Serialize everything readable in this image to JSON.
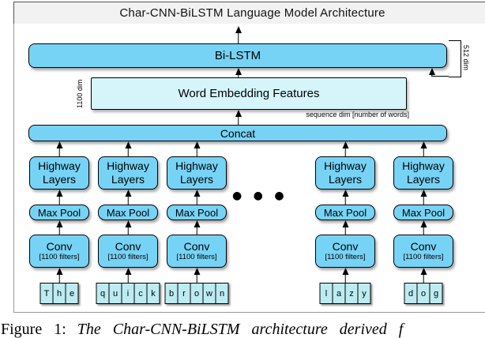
{
  "title": "Char-CNN-BiLSTM Language Model Architecture",
  "nodes": {
    "bilstm": "Bi-LSTM",
    "word_embedding": "Word Embedding Features",
    "concat": "Concat",
    "highway_line1": "Highway",
    "highway_line2": "Layers",
    "max_pool": "Max Pool",
    "conv": "Conv",
    "conv_filters": "[1100 filters]"
  },
  "annotations": {
    "bilstm_dim": "512 dim",
    "embedding_dim": "1100 dim",
    "sequence_dim": "sequence dim [number of words]",
    "ellipsis": "● ● ●"
  },
  "columns": [
    {
      "word": "The",
      "chars": [
        "T",
        "h",
        "e"
      ]
    },
    {
      "word": "quick",
      "chars": [
        "q",
        "u",
        "i",
        "c",
        "k"
      ]
    },
    {
      "word": "brown",
      "chars": [
        "b",
        "r",
        "o",
        "w",
        "n"
      ]
    },
    {
      "word": "lazy",
      "chars": [
        "l",
        "a",
        "z",
        "y"
      ]
    },
    {
      "word": "dog",
      "chars": [
        "d",
        "o",
        "g"
      ]
    }
  ],
  "caption": {
    "label": "Figure 1:",
    "text": "The Char-CNN-BiLSTM architecture derived f"
  },
  "colors": {
    "node_blue": "#77D3F5",
    "node_pale_cyan": "#D6F5FB",
    "char_cell": "#BDEBF2",
    "title_bg": "#F2F2F2"
  }
}
